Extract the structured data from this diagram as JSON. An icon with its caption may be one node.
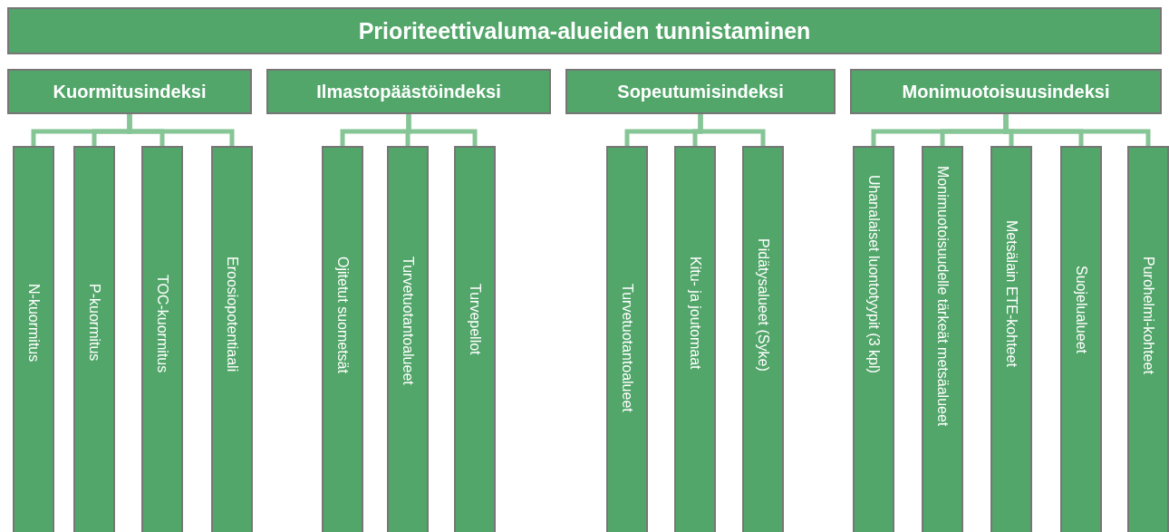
{
  "diagram": {
    "nodes": [
      {
        "text": [
          "Prioriteettivaluma-alueiden tunnistaminen"
        ]
      },
      {
        "text": [
          "Kuormitusindeksi"
        ]
      },
      {
        "text": [
          "Ilmastopäästöindeksi"
        ]
      },
      {
        "text": [
          "Sopeutumisindeksi"
        ]
      },
      {
        "text": [
          "Monimuotoisuusindeksi"
        ]
      },
      {
        "text": [
          "N-kuormitus"
        ]
      },
      {
        "text": [
          "P-kuormitus"
        ]
      },
      {
        "text": [
          "TOC-kuormitus"
        ]
      },
      {
        "text": [
          "Eroosiopotentiaali"
        ]
      },
      {
        "text": [
          "Ojitetut suometsät"
        ]
      },
      {
        "text": [
          "Turvetuotantoalueet"
        ]
      },
      {
        "text": [
          "Turvepellot"
        ]
      },
      {
        "text": [
          "Turvetuotantoalueet"
        ]
      },
      {
        "text": [
          "Kitu- ja joutomaat"
        ]
      },
      {
        "text": [
          "Pidätysalueet (Syke)"
        ]
      },
      {
        "text": [
          "Uhanalaiset luontotyypit (3 kpl)"
        ]
      },
      {
        "text": [
          "Monimuotoisuudelle tärkeät metsäalueet"
        ]
      },
      {
        "text": [
          "Metsälain ETE-kohteet"
        ]
      },
      {
        "text": [
          "Suojelualueet"
        ]
      },
      {
        "text": [
          "Purohelmi-kohteet"
        ]
      }
    ],
    "edges": [
      {
        "from": 1,
        "to": 5,
        "arrow": "none"
      },
      {
        "from": 1,
        "to": 6,
        "arrow": "none"
      },
      {
        "from": 1,
        "to": 7,
        "arrow": "none"
      },
      {
        "from": 1,
        "to": 8,
        "arrow": "none"
      },
      {
        "from": 2,
        "to": 9,
        "arrow": "none"
      },
      {
        "from": 2,
        "to": 10,
        "arrow": "none"
      },
      {
        "from": 2,
        "to": 11,
        "arrow": "none"
      },
      {
        "from": 3,
        "to": 12,
        "arrow": "none"
      },
      {
        "from": 3,
        "to": 13,
        "arrow": "none"
      },
      {
        "from": 3,
        "to": 14,
        "arrow": "none"
      },
      {
        "from": 4,
        "to": 15,
        "arrow": "none"
      },
      {
        "from": 4,
        "to": 16,
        "arrow": "none"
      },
      {
        "from": 4,
        "to": 17,
        "arrow": "none"
      },
      {
        "from": 4,
        "to": 18,
        "arrow": "none"
      },
      {
        "from": 4,
        "to": 19,
        "arrow": "none"
      }
    ]
  }
}
